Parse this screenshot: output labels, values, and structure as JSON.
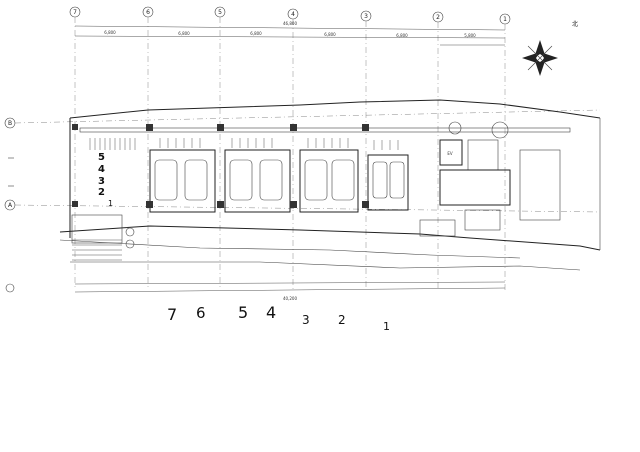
{
  "grid_top": [
    "7",
    "6",
    "5",
    "4",
    "3",
    "2",
    "1"
  ],
  "grid_left": [
    "B",
    "A"
  ],
  "overall_dims": [
    "46,800",
    "40,200"
  ],
  "bay_dims": [
    "6,800",
    "6,800",
    "6,800",
    "6,800",
    "6,800",
    "5,800"
  ],
  "north_mark": "北",
  "left_floor_numbers": [
    "5",
    "4",
    "3",
    "2",
    "1"
  ],
  "bottom_handwritten": [
    "7",
    "6",
    "5",
    "4",
    "3",
    "2",
    "1"
  ],
  "room_labels": [
    "EV"
  ]
}
